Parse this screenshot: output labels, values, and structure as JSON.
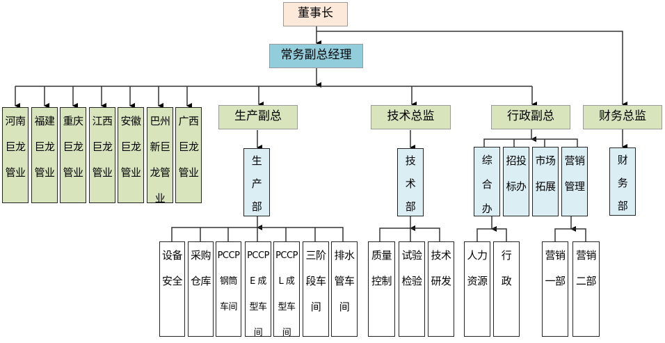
{
  "chairman": "董事长",
  "executive_vp": "常务副总经理",
  "branches": [
    "河南\n巨龙\n管业",
    "福建\n巨龙\n管业",
    "重庆\n巨龙\n管业",
    "江西\n巨龙\n管业",
    "安徽\n巨龙\n管业",
    "巴州\n新巨\n龙管\n业",
    "广西\n巨龙\n管业"
  ],
  "production": {
    "head": "生产副总",
    "dept": "生\n产\n部",
    "units": [
      "设备\n安全",
      "采购\n仓库",
      "PCCP\n钢筒\n车间",
      "PCCP\nE 成\n型车\n间",
      "PCCP\nL 成\n型车\n间",
      "三阶\n段车\n间",
      "排水\n管车\n间"
    ]
  },
  "technology": {
    "head": "技术总监",
    "dept": "技\n术\n部",
    "units": [
      "质量\n控制",
      "试验\n检验",
      "技术\n研发"
    ]
  },
  "admin": {
    "head": "行政副总",
    "depts": [
      "综\n合\n办",
      "招投\n标办",
      "市场\n拓展",
      "营销\n管理"
    ],
    "general_office_units": [
      "人力\n资源",
      "行\n政"
    ],
    "marketing_units": [
      "营销\n一部",
      "营销\n二部"
    ]
  },
  "finance": {
    "head": "财务总监",
    "dept": "财\n务\n部"
  },
  "colors": {
    "chairman": "#fde9d9",
    "executive_vp": "#92cddc",
    "green": "#d7e4bc",
    "light_blue": "#daeef3"
  }
}
